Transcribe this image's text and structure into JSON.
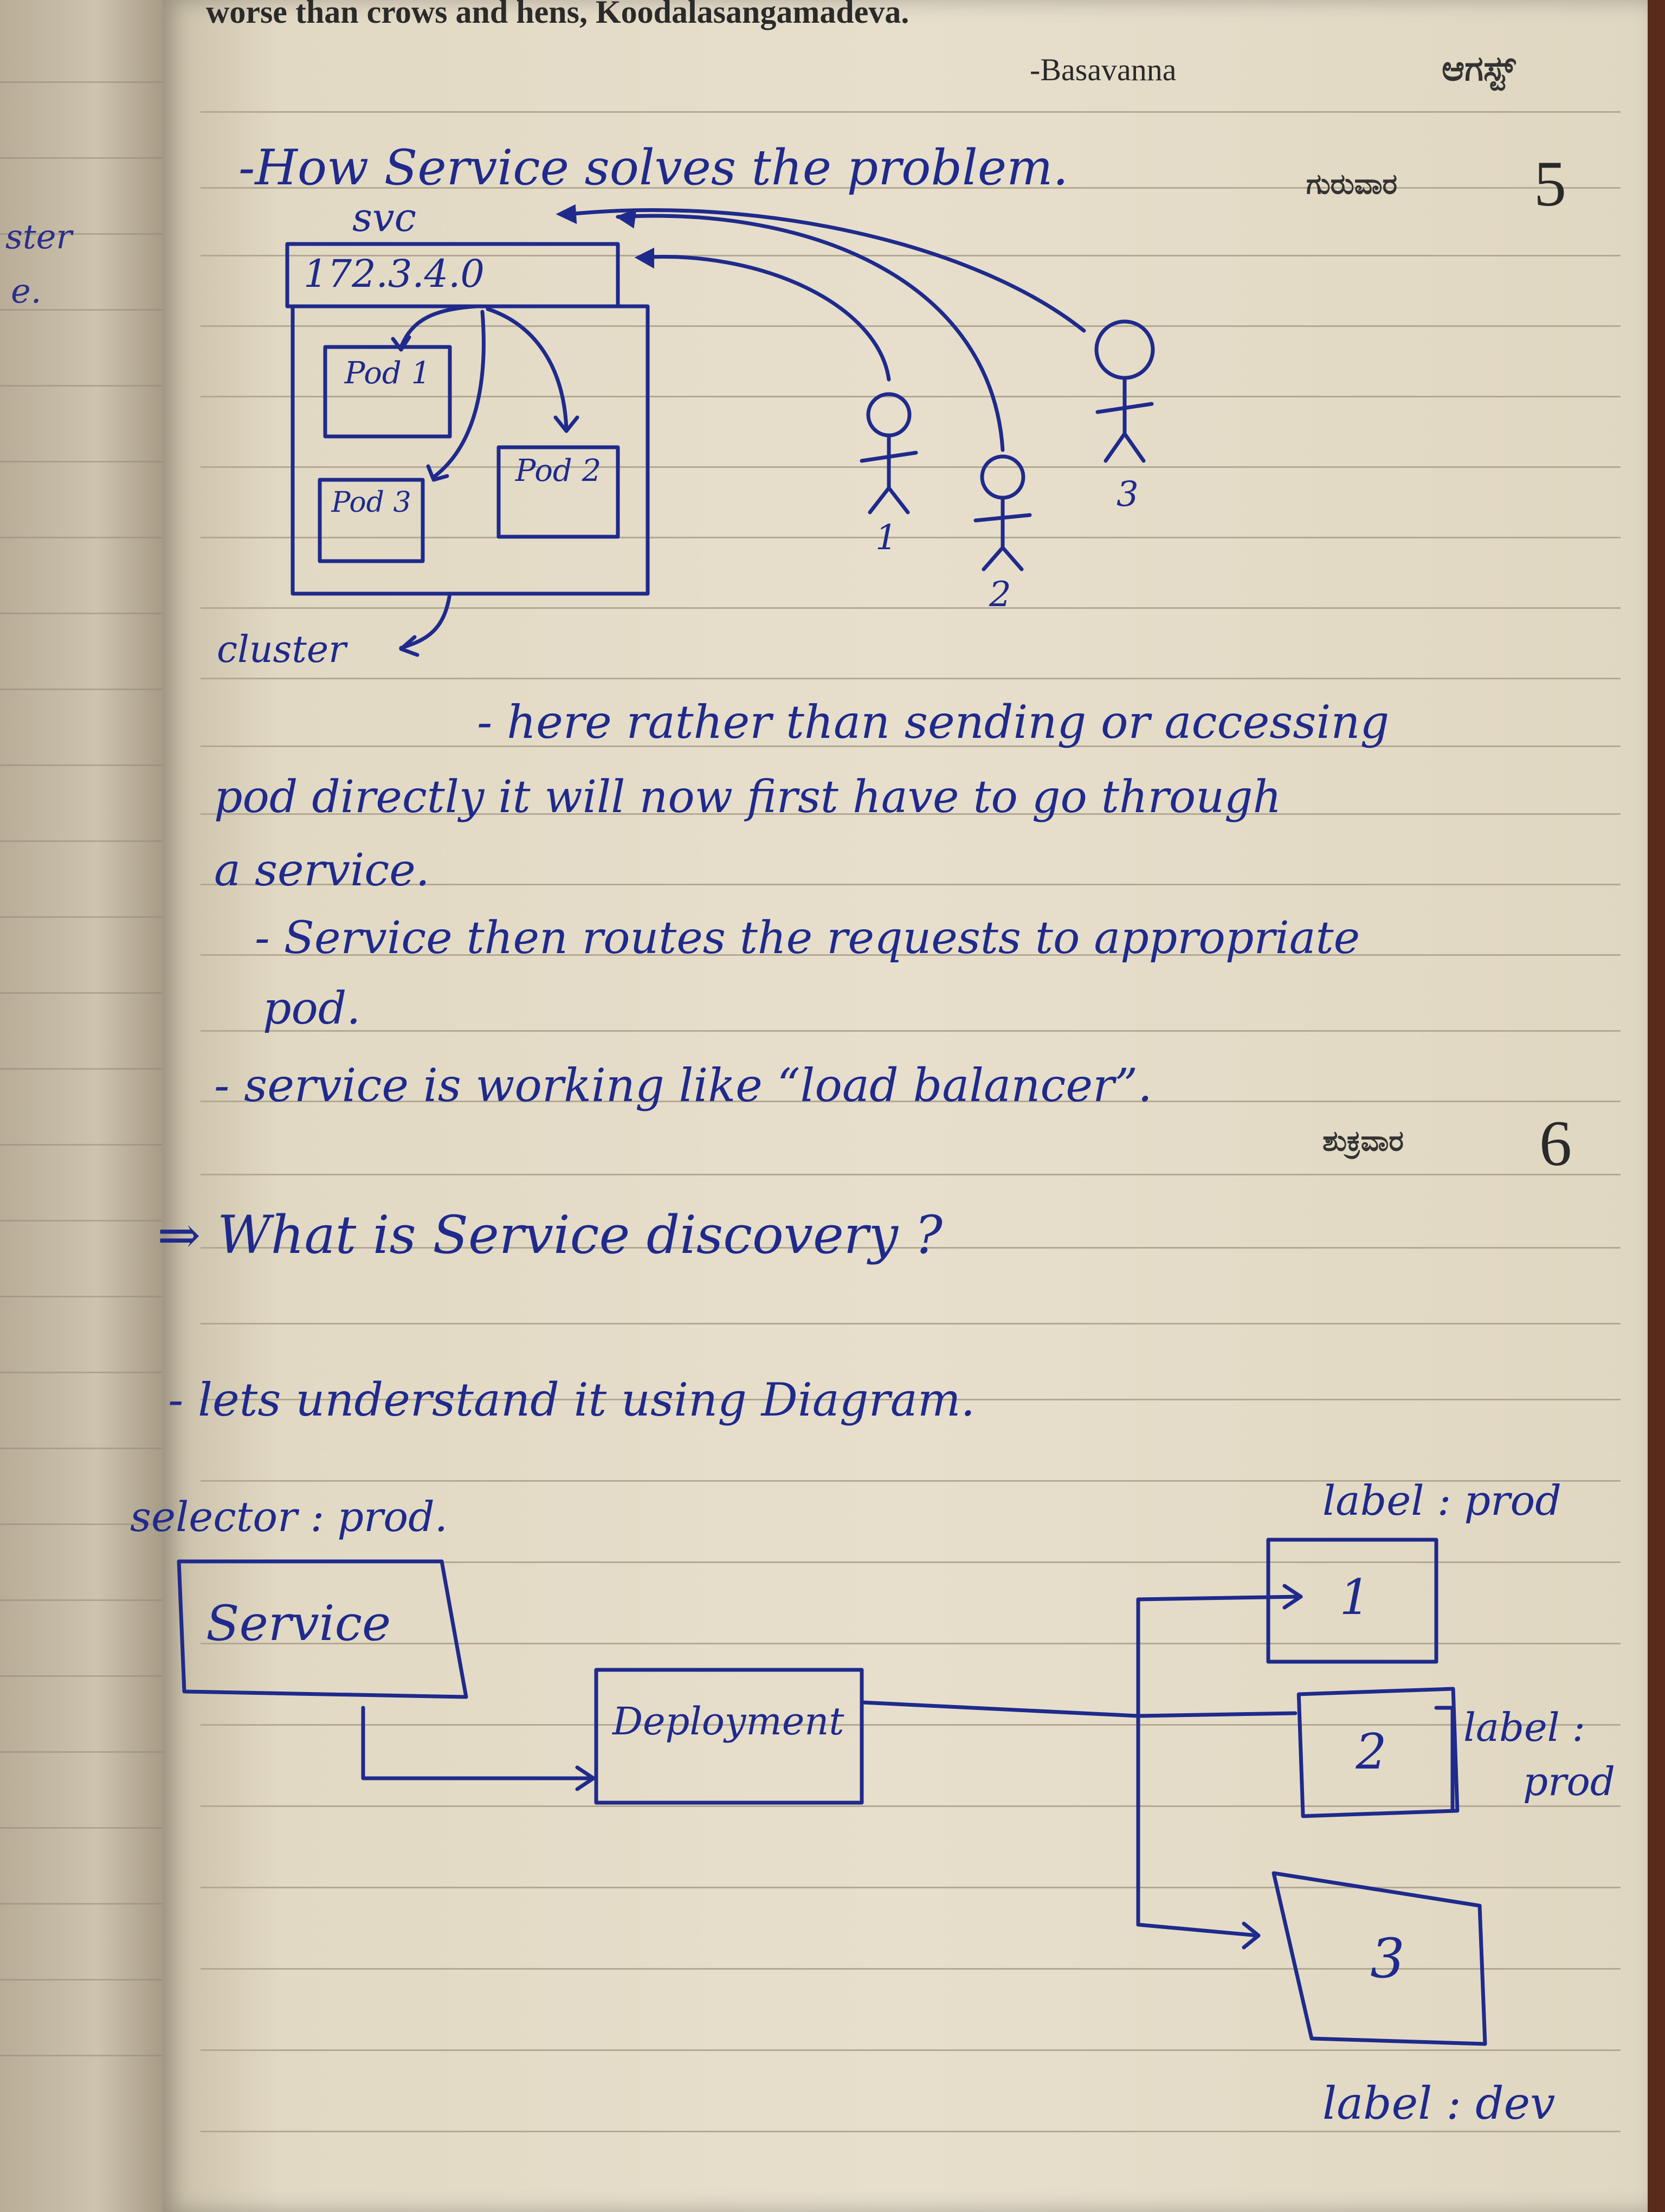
{
  "header": {
    "quote_line": "worse than crows and hens, Koodalasangamadeva.",
    "attribution": "-Basavanna",
    "month_kannada": "ಆಗಸ್ಟ್",
    "day1_kannada": "ಗುರುವಾರ",
    "day1_number": "5",
    "day2_kannada": "ಶುಕ್ರವಾರ",
    "day2_number": "6"
  },
  "left_margin": {
    "fragments": [
      "ster",
      "e."
    ]
  },
  "section1": {
    "heading": "-How Service solves the problem.",
    "svc_label": "svc",
    "ip": "172.3.4.0",
    "pods": [
      "Pod 1",
      "Pod 2",
      "Pod 3"
    ],
    "users": [
      "1",
      "2",
      "3"
    ],
    "cluster_label": "cluster"
  },
  "notes": {
    "line1": "- here rather than sending or accessing",
    "line2": "pod directly it will now first have to go through",
    "line3": "a service.",
    "line4": "- Service then routes the requests to appropriate",
    "line5": "pod.",
    "line6": "- service is working like “load balancer”."
  },
  "section2": {
    "heading": "⇒ What is Service discovery ?",
    "intro": "- lets understand it using Diagram.",
    "selector": "selector : prod.",
    "service_box": "Service",
    "deployment_box": "Deployment",
    "pod_boxes": [
      "1",
      "2",
      "3"
    ],
    "label1": "label : prod",
    "label2_a": "label :",
    "label2_b": "prod",
    "label3": "label : dev"
  }
}
